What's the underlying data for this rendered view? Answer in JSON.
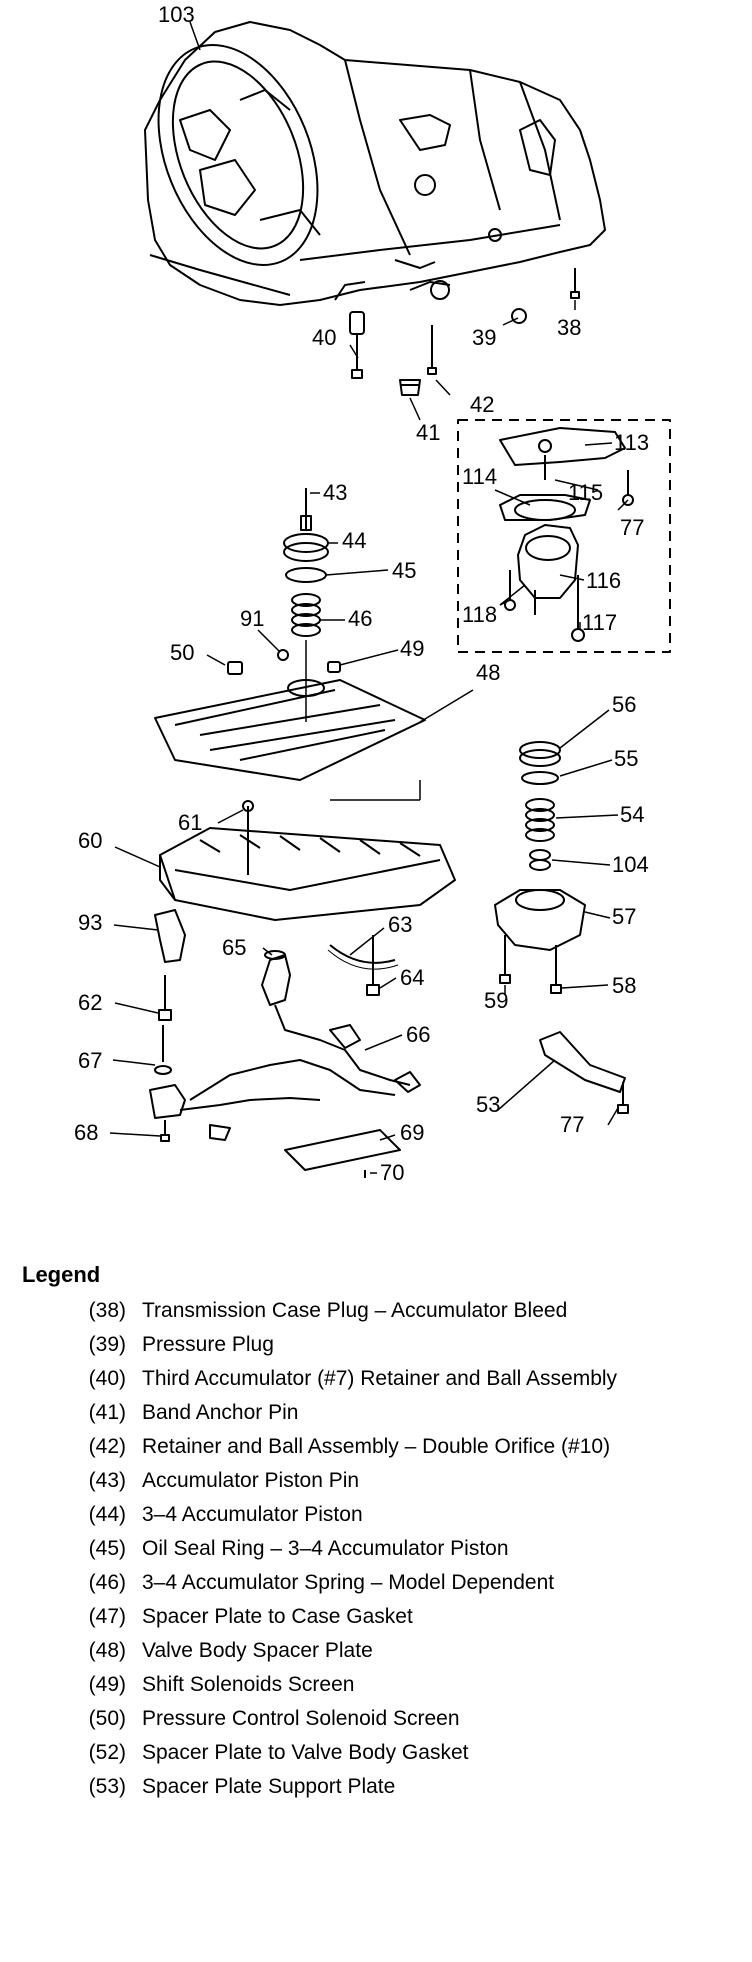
{
  "diagram": {
    "callouts": [
      "103",
      "40",
      "39",
      "38",
      "42",
      "41",
      "113",
      "114",
      "115",
      "77",
      "116",
      "118",
      "117",
      "43",
      "44",
      "45",
      "46",
      "91",
      "50",
      "49",
      "48",
      "56",
      "55",
      "54",
      "104",
      "57",
      "58",
      "59",
      "61",
      "60",
      "93",
      "65",
      "63",
      "64",
      "62",
      "66",
      "67",
      "68",
      "69",
      "70",
      "53",
      "77"
    ]
  },
  "legend": {
    "title": "Legend",
    "items": [
      {
        "num": "(38)",
        "text": "Transmission Case Plug – Accumulator Bleed"
      },
      {
        "num": "(39)",
        "text": "Pressure Plug"
      },
      {
        "num": "(40)",
        "text": "Third Accumulator (#7) Retainer and Ball Assembly"
      },
      {
        "num": "(41)",
        "text": "Band Anchor Pin"
      },
      {
        "num": "(42)",
        "text": "Retainer and Ball Assembly – Double Orifice (#10)"
      },
      {
        "num": "(43)",
        "text": "Accumulator Piston Pin"
      },
      {
        "num": "(44)",
        "text": "3–4 Accumulator Piston"
      },
      {
        "num": "(45)",
        "text": "Oil Seal Ring – 3–4 Accumulator Piston"
      },
      {
        "num": "(46)",
        "text": "3–4 Accumulator Spring – Model Dependent"
      },
      {
        "num": "(47)",
        "text": "Spacer Plate to Case Gasket"
      },
      {
        "num": "(48)",
        "text": "Valve Body Spacer Plate"
      },
      {
        "num": "(49)",
        "text": "Shift Solenoids Screen"
      },
      {
        "num": "(50)",
        "text": "Pressure Control Solenoid Screen"
      },
      {
        "num": "(52)",
        "text": "Spacer Plate to Valve Body Gasket"
      },
      {
        "num": "(53)",
        "text": "Spacer Plate Support Plate"
      }
    ]
  }
}
